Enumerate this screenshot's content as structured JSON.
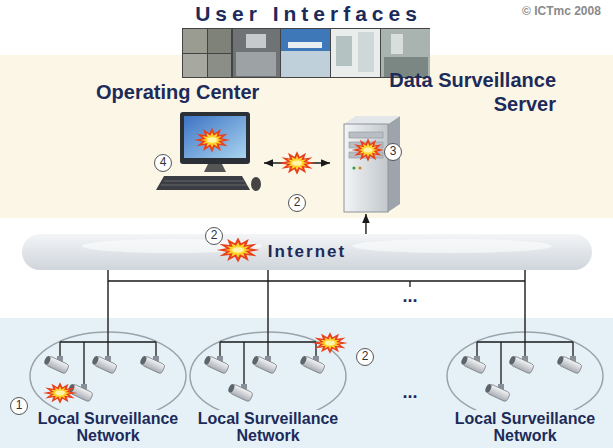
{
  "diagram": {
    "nodes": [
      {
        "text": [
          "User Interfaces"
        ]
      },
      {
        "text": [
          "Operating Center"
        ]
      },
      {
        "text": [
          "Data Surveillance Server"
        ]
      },
      {
        "text": [
          "Internet"
        ]
      },
      {
        "text": [
          "Local Surveillance Network"
        ]
      },
      {
        "text": [
          "Local Surveillance Network"
        ]
      },
      {
        "text": [
          "Local Surveillance Network"
        ]
      }
    ],
    "edges": [
      {
        "from": 1,
        "to": 2,
        "arrow": "both"
      },
      {
        "from": 3,
        "to": 2,
        "arrow": "to"
      },
      {
        "from": 3,
        "to": 4,
        "arrow": "none"
      },
      {
        "from": 3,
        "to": 5,
        "arrow": "none"
      },
      {
        "from": 3,
        "to": 6,
        "arrow": "none"
      }
    ],
    "labels": [
      "© ICTmc 2008",
      "4",
      "2",
      "3",
      "2",
      "...",
      "2",
      "1",
      "..."
    ]
  }
}
